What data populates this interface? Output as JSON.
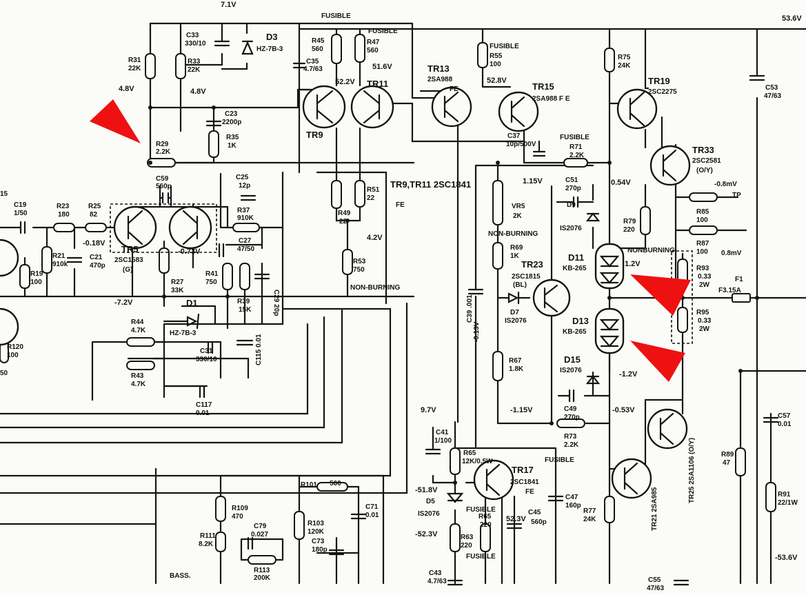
{
  "rails": {
    "pos_supply": "53.6V",
    "neg_supply": "-53.6V",
    "top_node": "7.1V"
  },
  "labels": {
    "fusible_top": "FUSIBLE",
    "fusible_r47": "FUSIBLE",
    "fusible_r55": "FUSIBLE",
    "fusible_r71": "FUSIBLE",
    "fusible_r73": "FUSIBLE",
    "fusible_r65": "FUSIBLE",
    "fusible_r63": "FUSIBLE",
    "non_burning_1": "NON-BURNING",
    "non_burning_2": "NON-BURNING",
    "non_burning_3": "NONBURNING",
    "bass": "BASS.",
    "tp": "TP",
    "tr9_tr11_type": "TR9,TR11 2SC1841",
    "tr9_tr11_grade": "FE",
    "tr5_partial": "15"
  },
  "voltages": {
    "v_4_8_left": "4.8V",
    "v_4_8_right": "4.8V",
    "v_52_2": "52.2V",
    "v_51_6": "51.6V",
    "v_52_8": "52.8V",
    "v_1_15": "1.15V",
    "v_0_54": "0.54V",
    "v_0_8a": "-0.8mV",
    "v_0_8b": "0.8mV",
    "v_1_2": "1.2V",
    "v_m1_2": "-1.2V",
    "v_4_2": "4.2V",
    "v_m0_18": "-0.18V",
    "v_m0_73": "-0.73V",
    "v_m7_2": "-7.2V",
    "v_m0_13": "-0.13V",
    "v_9_7": "9.7V",
    "v_m1_15": "-1.15V",
    "v_m0_53": "-0.53V",
    "v_m51_8": "-51.8V",
    "v_m52_3": "-52.3V",
    "v_52_3": "52.3V"
  },
  "components": {
    "r31": {
      "ref": "R31",
      "val": "22K"
    },
    "r33": {
      "ref": "R33",
      "val": "22K"
    },
    "c33": {
      "ref": "C33",
      "val": "330/10"
    },
    "d3": {
      "ref": "D3",
      "val": "HZ-7B-3"
    },
    "r45": {
      "ref": "R45",
      "val": "560"
    },
    "r47": {
      "ref": "R47",
      "val": "560"
    },
    "c35": {
      "ref": "C35",
      "val": "4.7/63"
    },
    "tr13": {
      "ref": "TR13",
      "val": "2SA988",
      "grade": "FE"
    },
    "r55": {
      "ref": "R55",
      "val": "100"
    },
    "tr11": {
      "ref": "TR11"
    },
    "tr9": {
      "ref": "TR9"
    },
    "tr15": {
      "ref": "TR15",
      "val": "2SA988",
      "grade1": "F",
      "grade2": "E"
    },
    "r75": {
      "ref": "R75",
      "val": "24K"
    },
    "tr19": {
      "ref": "TR19",
      "val": "2SC2275"
    },
    "c53": {
      "ref": "C53",
      "val": "47/63"
    },
    "c23": {
      "ref": "C23",
      "val": "2200p"
    },
    "r35": {
      "ref": "R35",
      "val": "1K"
    },
    "r29": {
      "ref": "R29",
      "val": "2.2K"
    },
    "c37": {
      "ref": "C37",
      "val": "10p/500V"
    },
    "r71": {
      "ref": "R71",
      "val": "2.2K"
    },
    "tr33": {
      "ref": "TR33",
      "val": "2SC2581",
      "grade": "(O/Y)"
    },
    "c59": {
      "ref": "C59",
      "val": "560p"
    },
    "c25": {
      "ref": "C25",
      "val": "12p"
    },
    "r51": {
      "ref": "R51",
      "val": "22"
    },
    "r49": {
      "ref": "R49",
      "val": "22"
    },
    "vr5": {
      "ref": "VR5",
      "val": "2K"
    },
    "c51": {
      "ref": "C51",
      "val": "270p"
    },
    "d9": {
      "ref": "D9",
      "val": "IS2076"
    },
    "r79": {
      "ref": "R79",
      "val": "220"
    },
    "r85": {
      "ref": "R85",
      "val": "100"
    },
    "r87": {
      "ref": "R87",
      "val": "100"
    },
    "c19": {
      "ref": "C19",
      "val": "1/50"
    },
    "r23": {
      "ref": "R23",
      "val": "180"
    },
    "r25": {
      "ref": "R25",
      "val": "82"
    },
    "r37": {
      "ref": "R37",
      "val": "910K"
    },
    "tr5": {
      "ref": "TR5",
      "val": "2SC1583",
      "grade": "(G)"
    },
    "r21": {
      "ref": "R21",
      "val": "910k"
    },
    "c21": {
      "ref": "C21",
      "val": "470p"
    },
    "c27": {
      "ref": "C27",
      "val": "47/50"
    },
    "r53": {
      "ref": "R53",
      "val": "750"
    },
    "r69": {
      "ref": "R69",
      "val": "1K"
    },
    "tr23": {
      "ref": "TR23",
      "val": "2SC1815",
      "grade": "(BL)"
    },
    "d11": {
      "ref": "D11",
      "val": "KB-265"
    },
    "r93": {
      "ref": "R93",
      "val": "0.33",
      "watt": "2W"
    },
    "r19": {
      "ref": "R19",
      "val": "100"
    },
    "r27": {
      "ref": "R27",
      "val": "33K"
    },
    "r41": {
      "ref": "R41",
      "val": "750"
    },
    "c29": {
      "ref": "C29",
      "val": "20p"
    },
    "r39": {
      "ref": "R39",
      "val": "15K"
    },
    "c39": {
      "ref": "C39",
      "val": ".001"
    },
    "d7": {
      "ref": "D7",
      "val": "IS2076"
    },
    "f1": {
      "ref": "F1",
      "val": "F3.15A"
    },
    "d1": {
      "ref": "D1",
      "val": "HZ-7B-3"
    },
    "r44": {
      "ref": "R44",
      "val": "4.7K"
    },
    "r95": {
      "ref": "R95",
      "val": "0.33",
      "watt": "2W"
    },
    "d13": {
      "ref": "D13",
      "val": "KB-265"
    },
    "c31": {
      "ref": "C31",
      "val": "330/10"
    },
    "r120": {
      "ref": "R120",
      "val": "100"
    },
    "c115": {
      "ref": "C115",
      "val": "0.01"
    },
    "r67": {
      "ref": "R67",
      "val": "1.8K"
    },
    "d15": {
      "ref": "D15",
      "val": "IS2076"
    },
    "r43": {
      "ref": "R43",
      "val": "4.7K"
    },
    "c117": {
      "ref": "C117",
      "val": "0.01"
    },
    "c49": {
      "ref": "C49",
      "val": "270p"
    },
    "r73": {
      "ref": "R73",
      "val": "2.2K"
    },
    "c57": {
      "ref": "C57",
      "val": "0.01"
    },
    "c41": {
      "ref": "C41",
      "val": "1/100"
    },
    "r65a": {
      "ref": "R65",
      "val": "12K/0.5W"
    },
    "tr17": {
      "ref": "TR17",
      "val": "2SC1841",
      "grade": "FE"
    },
    "r89": {
      "ref": "R89",
      "val": "47"
    },
    "tr25": {
      "ref": "TR25",
      "val": "2SA1106",
      "grade": "(O/Y)"
    },
    "r101": {
      "ref": "R101",
      "val": "560"
    },
    "c47": {
      "ref": "C47",
      "val": "160p"
    },
    "r91": {
      "ref": "R91",
      "val": "22/1W"
    },
    "r109": {
      "ref": "R109",
      "val": "470"
    },
    "d5": {
      "ref": "D5",
      "val": "IS2076"
    },
    "r103": {
      "ref": "R103",
      "val": "120K"
    },
    "c71": {
      "ref": "C71",
      "val": "0.01"
    },
    "r65b": {
      "ref": "R65",
      "val": "220"
    },
    "c45": {
      "ref": "C45",
      "val": "560p"
    },
    "r77": {
      "ref": "R77",
      "val": "24K"
    },
    "tr21": {
      "ref": "TR21",
      "val": "2SA985"
    },
    "r111": {
      "ref": "R111",
      "val": "8.2K"
    },
    "c79": {
      "ref": "C79",
      "val": "0.027"
    },
    "r63": {
      "ref": "R63",
      "val": "220"
    },
    "c73": {
      "ref": "C73",
      "val": "180p"
    },
    "r113": {
      "ref": "R113",
      "val": "200K"
    },
    "c43": {
      "ref": "C43",
      "val": "4.7/63"
    },
    "c55": {
      "ref": "C55",
      "val": "47/63"
    },
    "r_left_partial": {
      "val": "50"
    }
  },
  "annotation_color": "#ee1111"
}
